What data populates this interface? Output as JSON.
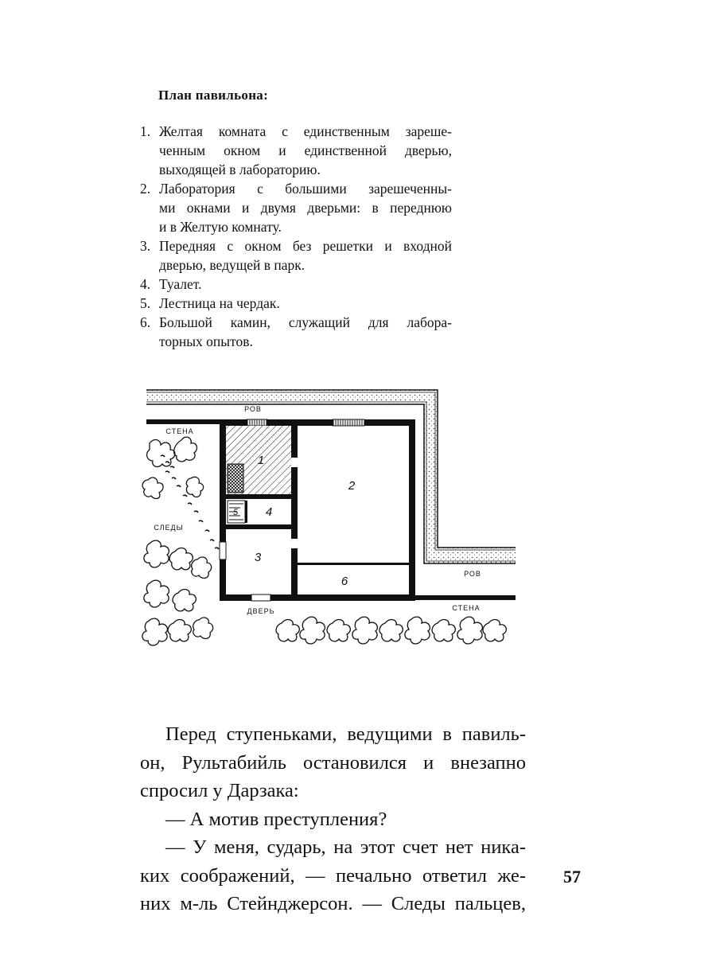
{
  "caption": {
    "title": "План павильона:"
  },
  "legend": [
    {
      "num": "1.",
      "lines": [
        "Желтая комната с единственным зареше-",
        "ченным окном и единственной дверью,",
        "выходящей в лабораторию."
      ]
    },
    {
      "num": "2.",
      "lines": [
        "Лаборатория с большими зарешеченны-",
        "ми окнами и двумя дверьми: в переднюю",
        "и в Желтую комнату."
      ]
    },
    {
      "num": "3.",
      "lines": [
        "Передняя с окном без решетки и входной",
        "дверью, ведущей в парк."
      ]
    },
    {
      "num": "4.",
      "lines": [
        "Туалет."
      ]
    },
    {
      "num": "5.",
      "lines": [
        "Лестница на чердак."
      ]
    },
    {
      "num": "6.",
      "lines": [
        "Большой камин, служащий для лабора-",
        "торных опытов."
      ]
    }
  ],
  "plan": {
    "labels": {
      "moat_top": "РОВ",
      "moat_right": "РОВ",
      "wall_left": "СТЕНА",
      "wall_right": "СТЕНА",
      "footprints": "СЛЕДЫ",
      "door": "ДВЕРЬ"
    },
    "rooms": {
      "r1": "1",
      "r2": "2",
      "r3": "3",
      "r4": "4",
      "r5": "5",
      "r6": "6"
    }
  },
  "body": {
    "lines": [
      "Перед ступеньками, ведущими в павиль-",
      "он, Рультабийль остановился и внезапно",
      "спросил у Дарзака:",
      "— А мотив преступления?",
      "— У меня, сударь, на этот счет нет ника-",
      "ких соображений, — печально ответил же-",
      "них м-ль Стейнджерсон. — Следы пальцев,"
    ]
  },
  "page_number": "57"
}
